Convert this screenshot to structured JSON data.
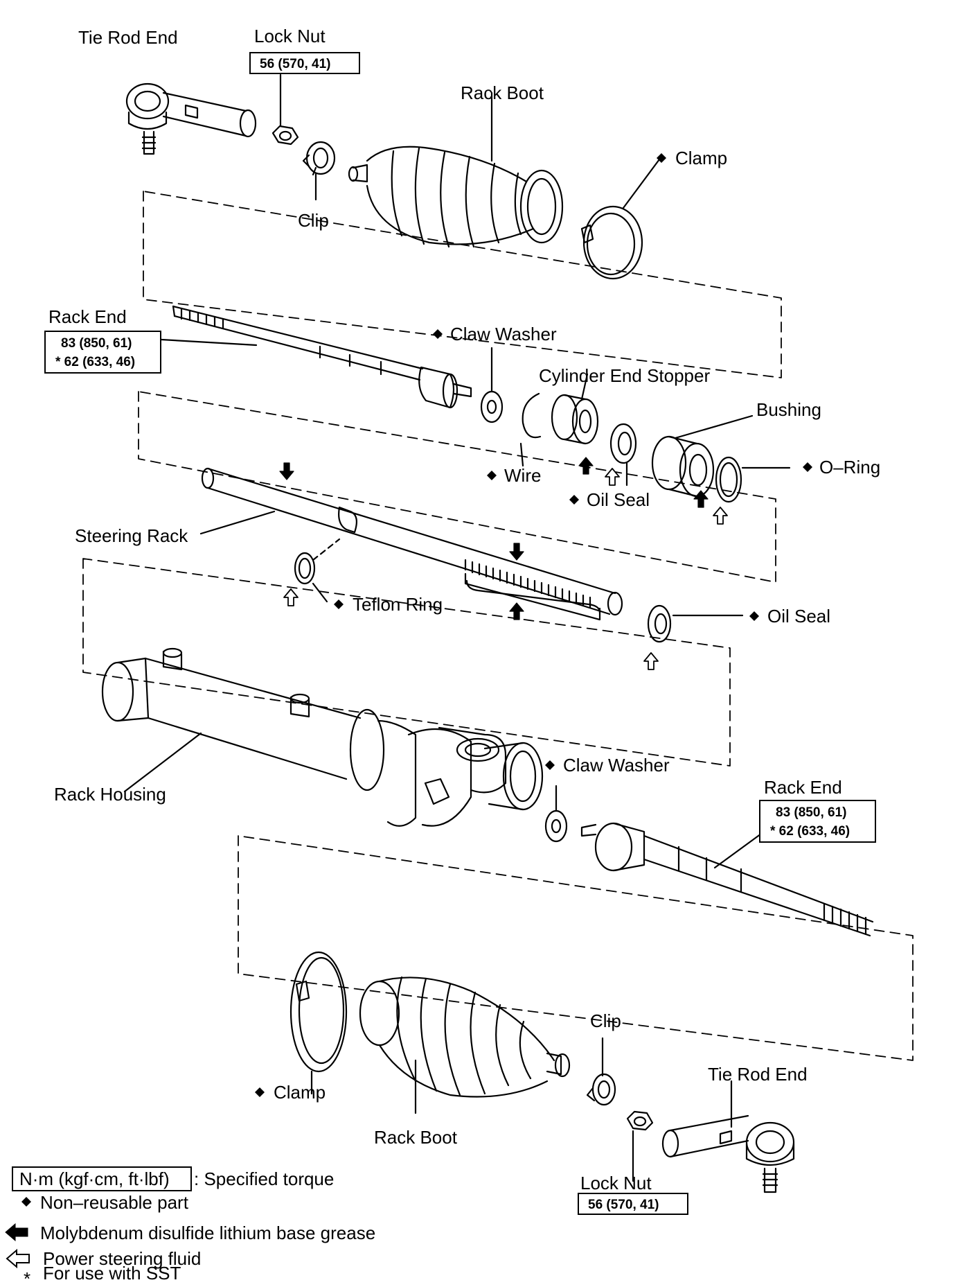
{
  "labels": {
    "tie_rod_end_top": "Tie Rod End",
    "lock_nut_top": "Lock Nut",
    "rack_boot_top": "Rack Boot",
    "clamp_top": "Clamp",
    "clip_top": "Clip",
    "rack_end_top": "Rack End",
    "claw_washer_top": "Claw Washer",
    "cylinder_end_stopper": "Cylinder End Stopper",
    "bushing": "Bushing",
    "o_ring": "O–Ring",
    "wire": "Wire",
    "oil_seal_upper": "Oil Seal",
    "steering_rack": "Steering Rack",
    "teflon_ring": "Teflon Ring",
    "oil_seal_lower": "Oil Seal",
    "rack_housing": "Rack Housing",
    "claw_washer_bottom": "Claw Washer",
    "rack_end_bottom": "Rack End",
    "clip_bottom": "Clip",
    "tie_rod_end_bottom": "Tie Rod End",
    "clamp_bottom": "Clamp",
    "rack_boot_bottom": "Rack Boot",
    "lock_nut_bottom": "Lock Nut"
  },
  "torques": {
    "lock_nut_top": "56 (570, 41)",
    "rack_end_top_1": "83 (850, 61)",
    "rack_end_top_2": "* 62 (633, 46)",
    "rack_end_bottom_1": "83 (850, 61)",
    "rack_end_bottom_2": "* 62 (633, 46)",
    "lock_nut_bottom": "56 (570, 41)"
  },
  "symbols": {
    "non_reusable": "◆",
    "moly_grease": "solid-arrow-icon",
    "ps_fluid": "outline-arrow-icon"
  },
  "legend": {
    "torque_unit_box": "N·m (kgf·cm, ft·lbf)",
    "torque_text": ": Specified torque",
    "non_reusable": "Non–reusable part",
    "moly_grease": "Molybdenum disulfide lithium base grease",
    "ps_fluid": "Power steering fluid",
    "sst_mark": "*",
    "sst": "For use with SST"
  }
}
